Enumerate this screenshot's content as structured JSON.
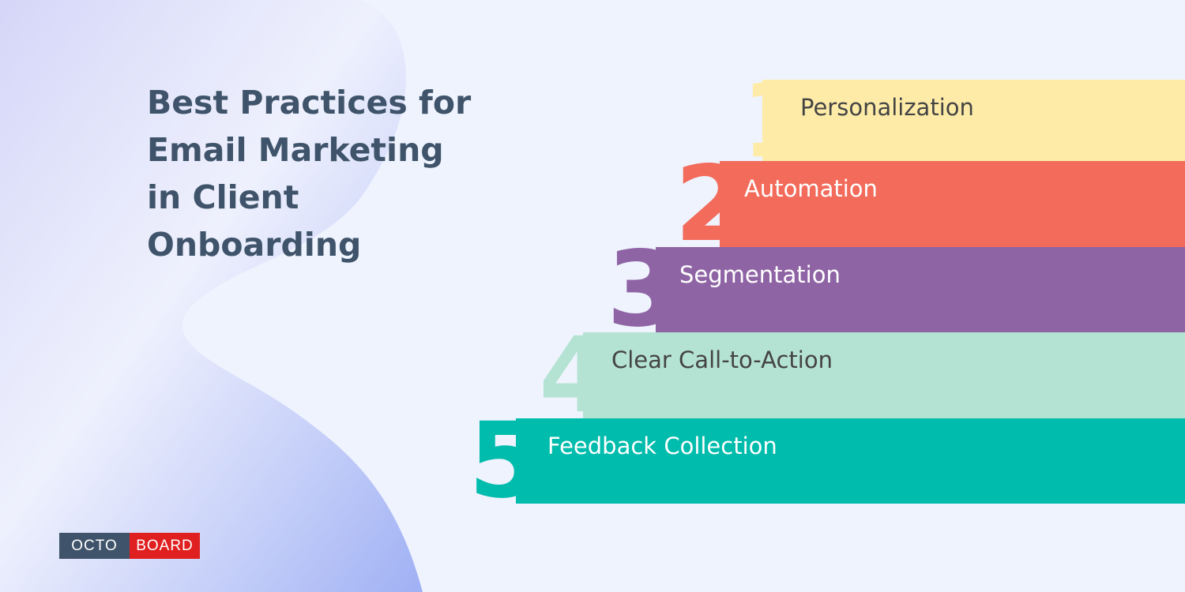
{
  "title_lines": [
    "Best Practices for",
    "Email Marketing",
    "in Client",
    "Onboarding"
  ],
  "steps": [
    {
      "number": "1",
      "label": "Personalization",
      "color": "#fdeba7",
      "text_color": "#444444"
    },
    {
      "number": "2",
      "label": "Automation",
      "color": "#f26b5b",
      "text_color": "#ffffff"
    },
    {
      "number": "3",
      "label": "Segmentation",
      "color": "#8f64a5",
      "text_color": "#ffffff"
    },
    {
      "number": "4",
      "label": "Clear Call-to-Action",
      "color": "#b5e3d3",
      "text_color": "#444444"
    },
    {
      "number": "5",
      "label": "Feedback Collection",
      "color": "#00bcac",
      "text_color": "#ffffff"
    }
  ],
  "logo": {
    "left_text": "OCTO",
    "right_text": "BOARD",
    "left_color": "#3f546a",
    "right_color": "#e02020"
  }
}
